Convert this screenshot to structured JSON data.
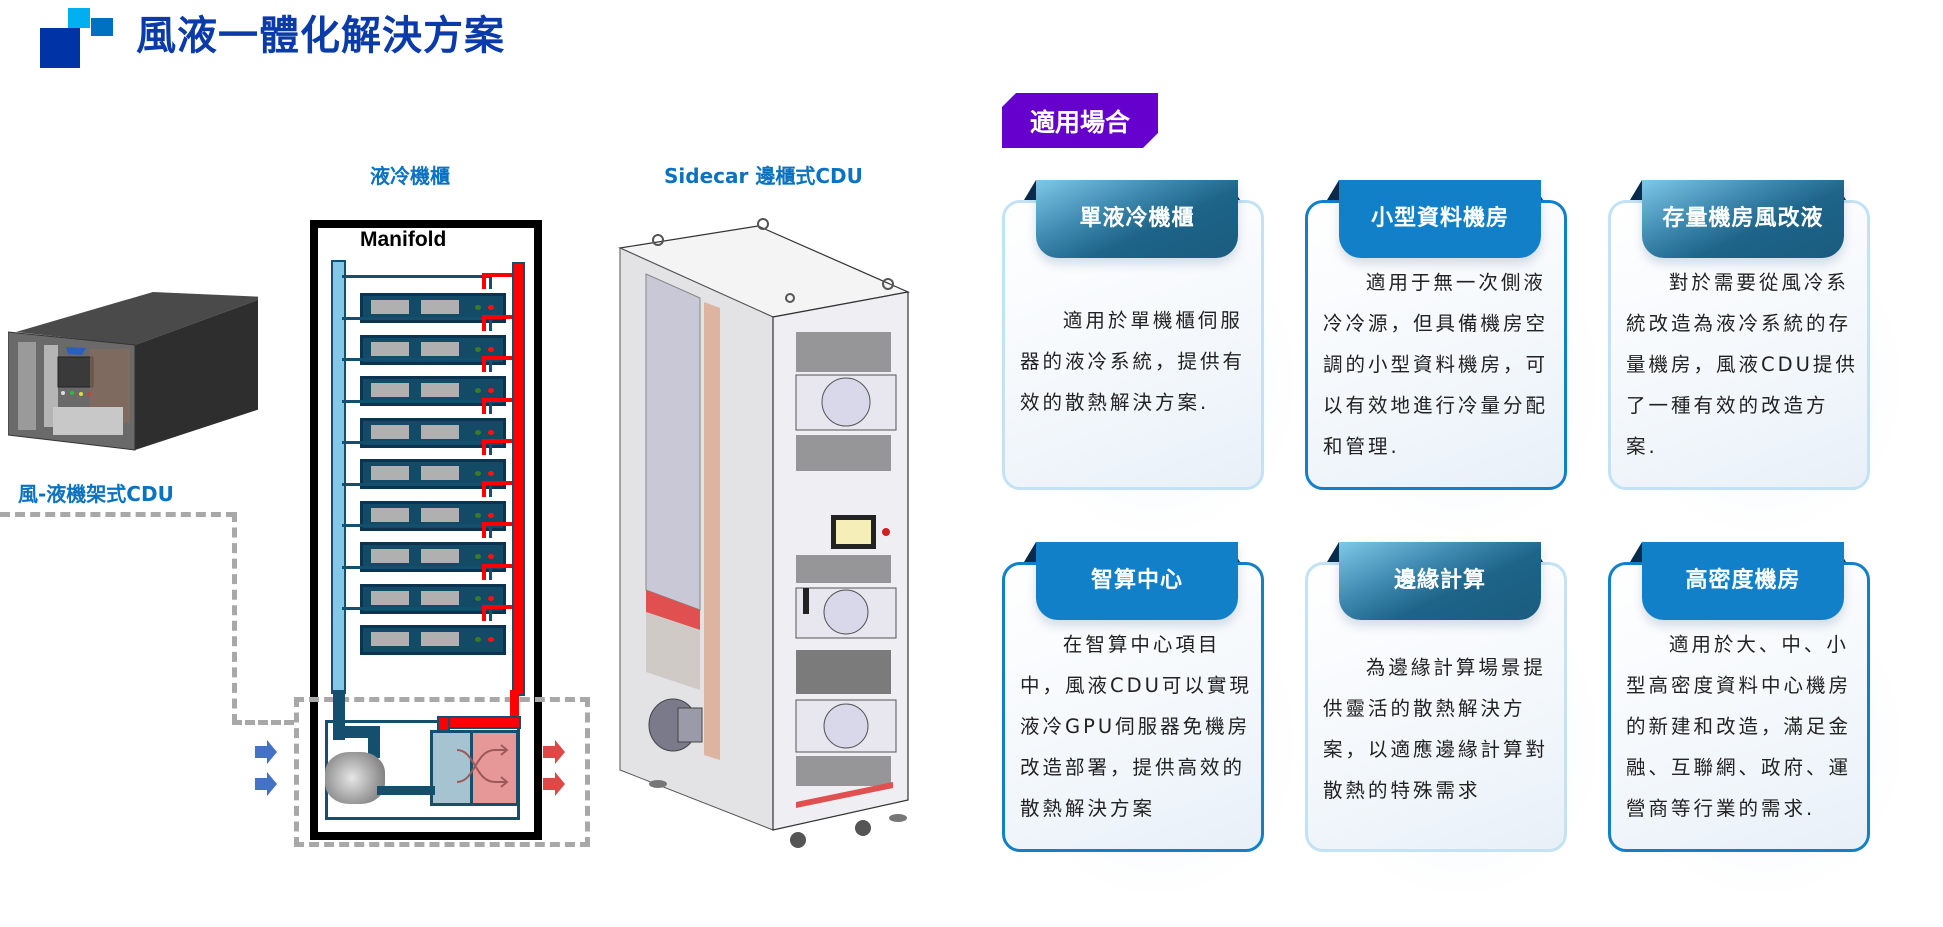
{
  "header": {
    "title": "風液一體化解決方案",
    "logo_icon": "stacked-squares-logo"
  },
  "diagram": {
    "rack_cdu_label": "風-液機架式CDU",
    "liquid_rack_label": "液冷機櫃",
    "manifold_label": "Manifold",
    "sidecar_label": "Sidecar 邊櫃式CDU",
    "server_count": 9,
    "colors": {
      "cold_pipe": "#84c8e8",
      "hot_pipe": "#ff0000",
      "air_in_arrow": "#4472c4",
      "air_out_arrow": "#e04848",
      "dashed_outline": "#a8a8a8"
    }
  },
  "applications": {
    "badge_label": "適用場合",
    "badge_color": "#6600cc",
    "cards": [
      {
        "title": "單液冷機櫃",
        "style": "teal",
        "text": "適用於單機櫃伺服器的液冷系統，提供有效的散熱解決方案."
      },
      {
        "title": "小型資料機房",
        "style": "blue",
        "text": "適用于無一次側液冷冷源，但具備機房空調的小型資料機房，可以有效地進行冷量分配和管理."
      },
      {
        "title": "存量機房風改液",
        "style": "teal",
        "text": "對於需要從風冷系統改造為液冷系統的存量機房，風液CDU提供了一種有效的改造方案."
      },
      {
        "title": "智算中心",
        "style": "blue",
        "text": "在智算中心項目中，風液CDU可以實現液冷GPU伺服器免機房改造部署，提供高效的散熱解決方案"
      },
      {
        "title": "邊緣計算",
        "style": "teal",
        "text": "為邊緣計算場景提供靈活的散熱解決方案，以適應邊緣計算對散熱的特殊需求"
      },
      {
        "title": "高密度機房",
        "style": "blue",
        "text": "適用於大、中、小型高密度資料中心機房的新建和改造，滿足金融、互聯網、政府、運營商等行業的需求."
      }
    ]
  }
}
